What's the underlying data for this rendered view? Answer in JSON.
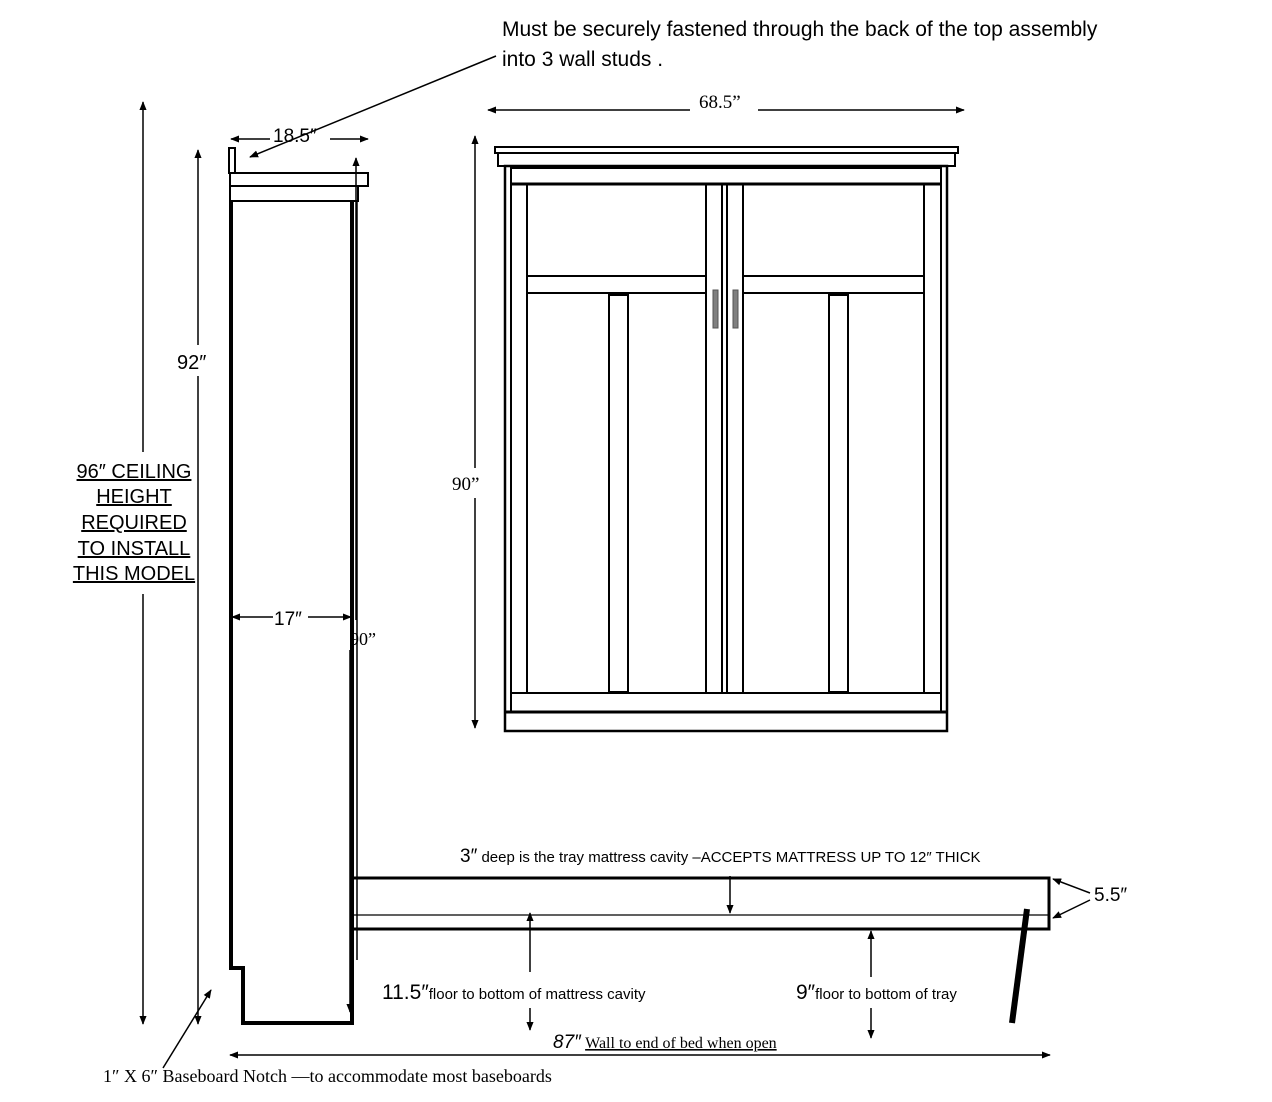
{
  "notes": {
    "fasten_line1": "Must be securely fastened through the  back of the top assembly",
    "fasten_line2": "into 3 wall studs .",
    "ceiling": [
      "96″ CEILING",
      "HEIGHT",
      "REQUIRED",
      "TO INSTALL",
      "THIS MODEL"
    ],
    "tray_cavity_num": "3″",
    "tray_cavity_text": " deep is the tray mattress cavity –ACCEPTS MATTRESS UP TO 12″ THICK",
    "floor_cavity_num": "11.5″",
    "floor_cavity_text": "floor to bottom of mattress cavity",
    "floor_tray_num": "9″",
    "floor_tray_text": "floor to bottom of tray",
    "open_length_num": "87″",
    "open_length_text": "Wall to end of bed when open",
    "baseboard": "1″ X 6″ Baseboard Notch —to accommodate most baseboards"
  },
  "dimensions": {
    "side_depth_top": "18.5″",
    "side_height": "92″",
    "side_depth_body": "17″",
    "side_cabinet_height": "90”",
    "front_width": "68.5”",
    "front_height": "90”",
    "tray_thickness": "5.5″"
  },
  "colors": {
    "line": "#000000",
    "handle": "#808080",
    "background": "#ffffff"
  }
}
